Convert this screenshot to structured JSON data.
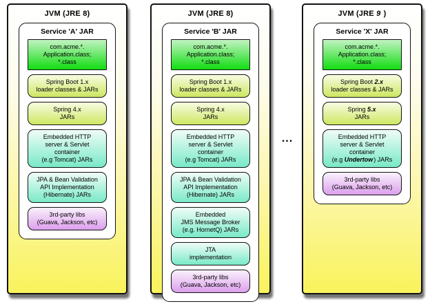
{
  "diagram": {
    "ellipsis": "...",
    "colors": {
      "jvm_fill_bottom": "#f9f35c",
      "app_box": "#12dd12",
      "spring_box": "#cde762",
      "infra_box": "#79e9c7",
      "third_party_box": "#dc9fec"
    },
    "jvms": [
      {
        "title": [
          {
            "t": "JVM (JRE 8)"
          }
        ],
        "service_title": "Service 'A' JAR",
        "boxes": [
          {
            "name": "app-classes-box",
            "type": "app",
            "lines": [
              [
                {
                  "t": "com.acme.*."
                }
              ],
              [
                {
                  "t": "Application.class;"
                }
              ],
              [
                {
                  "t": "*.class"
                }
              ]
            ]
          },
          {
            "name": "spring-boot-loader-box",
            "type": "spring",
            "lines": [
              [
                {
                  "t": "Spring Boot 1.x"
                }
              ],
              [
                {
                  "t": "loader classes & JARs"
                }
              ]
            ]
          },
          {
            "name": "spring-jars-box",
            "type": "spring",
            "lines": [
              [
                {
                  "t": "Spring 4.x"
                }
              ],
              [
                {
                  "t": "JARs"
                }
              ]
            ]
          },
          {
            "name": "embedded-http-server-box",
            "type": "infra",
            "lines": [
              [
                {
                  "t": "Embedded HTTP"
                }
              ],
              [
                {
                  "t": "server & Servlet"
                }
              ],
              [
                {
                  "t": "container"
                }
              ],
              [
                {
                  "t": "(e.g Tomcat) JARs"
                }
              ]
            ]
          },
          {
            "name": "jpa-bean-validation-box",
            "type": "infra",
            "lines": [
              [
                {
                  "t": "JPA & Bean Validation"
                }
              ],
              [
                {
                  "t": "API Implementation"
                }
              ],
              [
                {
                  "t": "(Hibernate) JARs"
                }
              ]
            ]
          },
          {
            "name": "third-party-libs-box",
            "type": "thirdparty",
            "lines": [
              [
                {
                  "t": "3rd-party libs"
                }
              ],
              [
                {
                  "t": "(Guava, Jackson, etc)"
                }
              ]
            ]
          }
        ]
      },
      {
        "title": [
          {
            "t": "JVM (JRE 8)"
          }
        ],
        "service_title": "Service 'B' JAR",
        "boxes": [
          {
            "name": "app-classes-box",
            "type": "app",
            "lines": [
              [
                {
                  "t": "com.acme.*."
                }
              ],
              [
                {
                  "t": "Application.class;"
                }
              ],
              [
                {
                  "t": "*.class"
                }
              ]
            ]
          },
          {
            "name": "spring-boot-loader-box",
            "type": "spring",
            "lines": [
              [
                {
                  "t": "Spring Boot 1.x"
                }
              ],
              [
                {
                  "t": "loader classes & JARs"
                }
              ]
            ]
          },
          {
            "name": "spring-jars-box",
            "type": "spring",
            "lines": [
              [
                {
                  "t": "Spring 4.x"
                }
              ],
              [
                {
                  "t": "JARs"
                }
              ]
            ]
          },
          {
            "name": "embedded-http-server-box",
            "type": "infra",
            "lines": [
              [
                {
                  "t": "Embedded HTTP"
                }
              ],
              [
                {
                  "t": "server & Servlet"
                }
              ],
              [
                {
                  "t": "container"
                }
              ],
              [
                {
                  "t": "(e.g Tomcat) JARs"
                }
              ]
            ]
          },
          {
            "name": "jpa-bean-validation-box",
            "type": "infra",
            "lines": [
              [
                {
                  "t": "JPA & Bean Validation"
                }
              ],
              [
                {
                  "t": "API Implementation"
                }
              ],
              [
                {
                  "t": "(Hibernate) JARs"
                }
              ]
            ]
          },
          {
            "name": "embedded-jms-broker-box",
            "type": "infra",
            "lines": [
              [
                {
                  "t": "Embedded"
                }
              ],
              [
                {
                  "t": "JMS Message Broker"
                }
              ],
              [
                {
                  "t": "(e.g. HornetQ) JARs"
                }
              ]
            ]
          },
          {
            "name": "jta-implementation-box",
            "type": "infra",
            "lines": [
              [
                {
                  "t": "JTA"
                }
              ],
              [
                {
                  "t": "implementation"
                }
              ]
            ]
          },
          {
            "name": "third-party-libs-box",
            "type": "thirdparty",
            "lines": [
              [
                {
                  "t": "3rd-party libs"
                }
              ],
              [
                {
                  "t": "(Guava, Jackson, etc)"
                }
              ]
            ]
          }
        ]
      },
      {
        "title": [
          {
            "t": "JVM (JRE "
          },
          {
            "t": "9",
            "em": true
          },
          {
            "t": " )"
          }
        ],
        "service_title": "Service 'X' JAR",
        "boxes": [
          {
            "name": "app-classes-box",
            "type": "app",
            "lines": [
              [
                {
                  "t": "com.acme.*."
                }
              ],
              [
                {
                  "t": "Application.class;"
                }
              ],
              [
                {
                  "t": "*.class"
                }
              ]
            ]
          },
          {
            "name": "spring-boot-loader-box",
            "type": "spring",
            "lines": [
              [
                {
                  "t": "Spring Boot "
                },
                {
                  "t": "2.x",
                  "em": true
                }
              ],
              [
                {
                  "t": "loader classes & JARs"
                }
              ]
            ]
          },
          {
            "name": "spring-jars-box",
            "type": "spring",
            "lines": [
              [
                {
                  "t": "Spring "
                },
                {
                  "t": "5.x",
                  "em": true
                }
              ],
              [
                {
                  "t": "JARs"
                }
              ]
            ]
          },
          {
            "name": "embedded-http-server-box",
            "type": "infra",
            "lines": [
              [
                {
                  "t": "Embedded HTTP"
                }
              ],
              [
                {
                  "t": "server & Servlet"
                }
              ],
              [
                {
                  "t": "container"
                }
              ],
              [
                {
                  "t": "(e.g "
                },
                {
                  "t": "Undertow",
                  "em": true
                },
                {
                  "t": ") JARs"
                }
              ]
            ]
          },
          {
            "name": "third-party-libs-box",
            "type": "thirdparty",
            "lines": [
              [
                {
                  "t": "3rd-party libs"
                }
              ],
              [
                {
                  "t": "(Guava, Jackson, etc)"
                }
              ]
            ]
          }
        ]
      }
    ]
  }
}
